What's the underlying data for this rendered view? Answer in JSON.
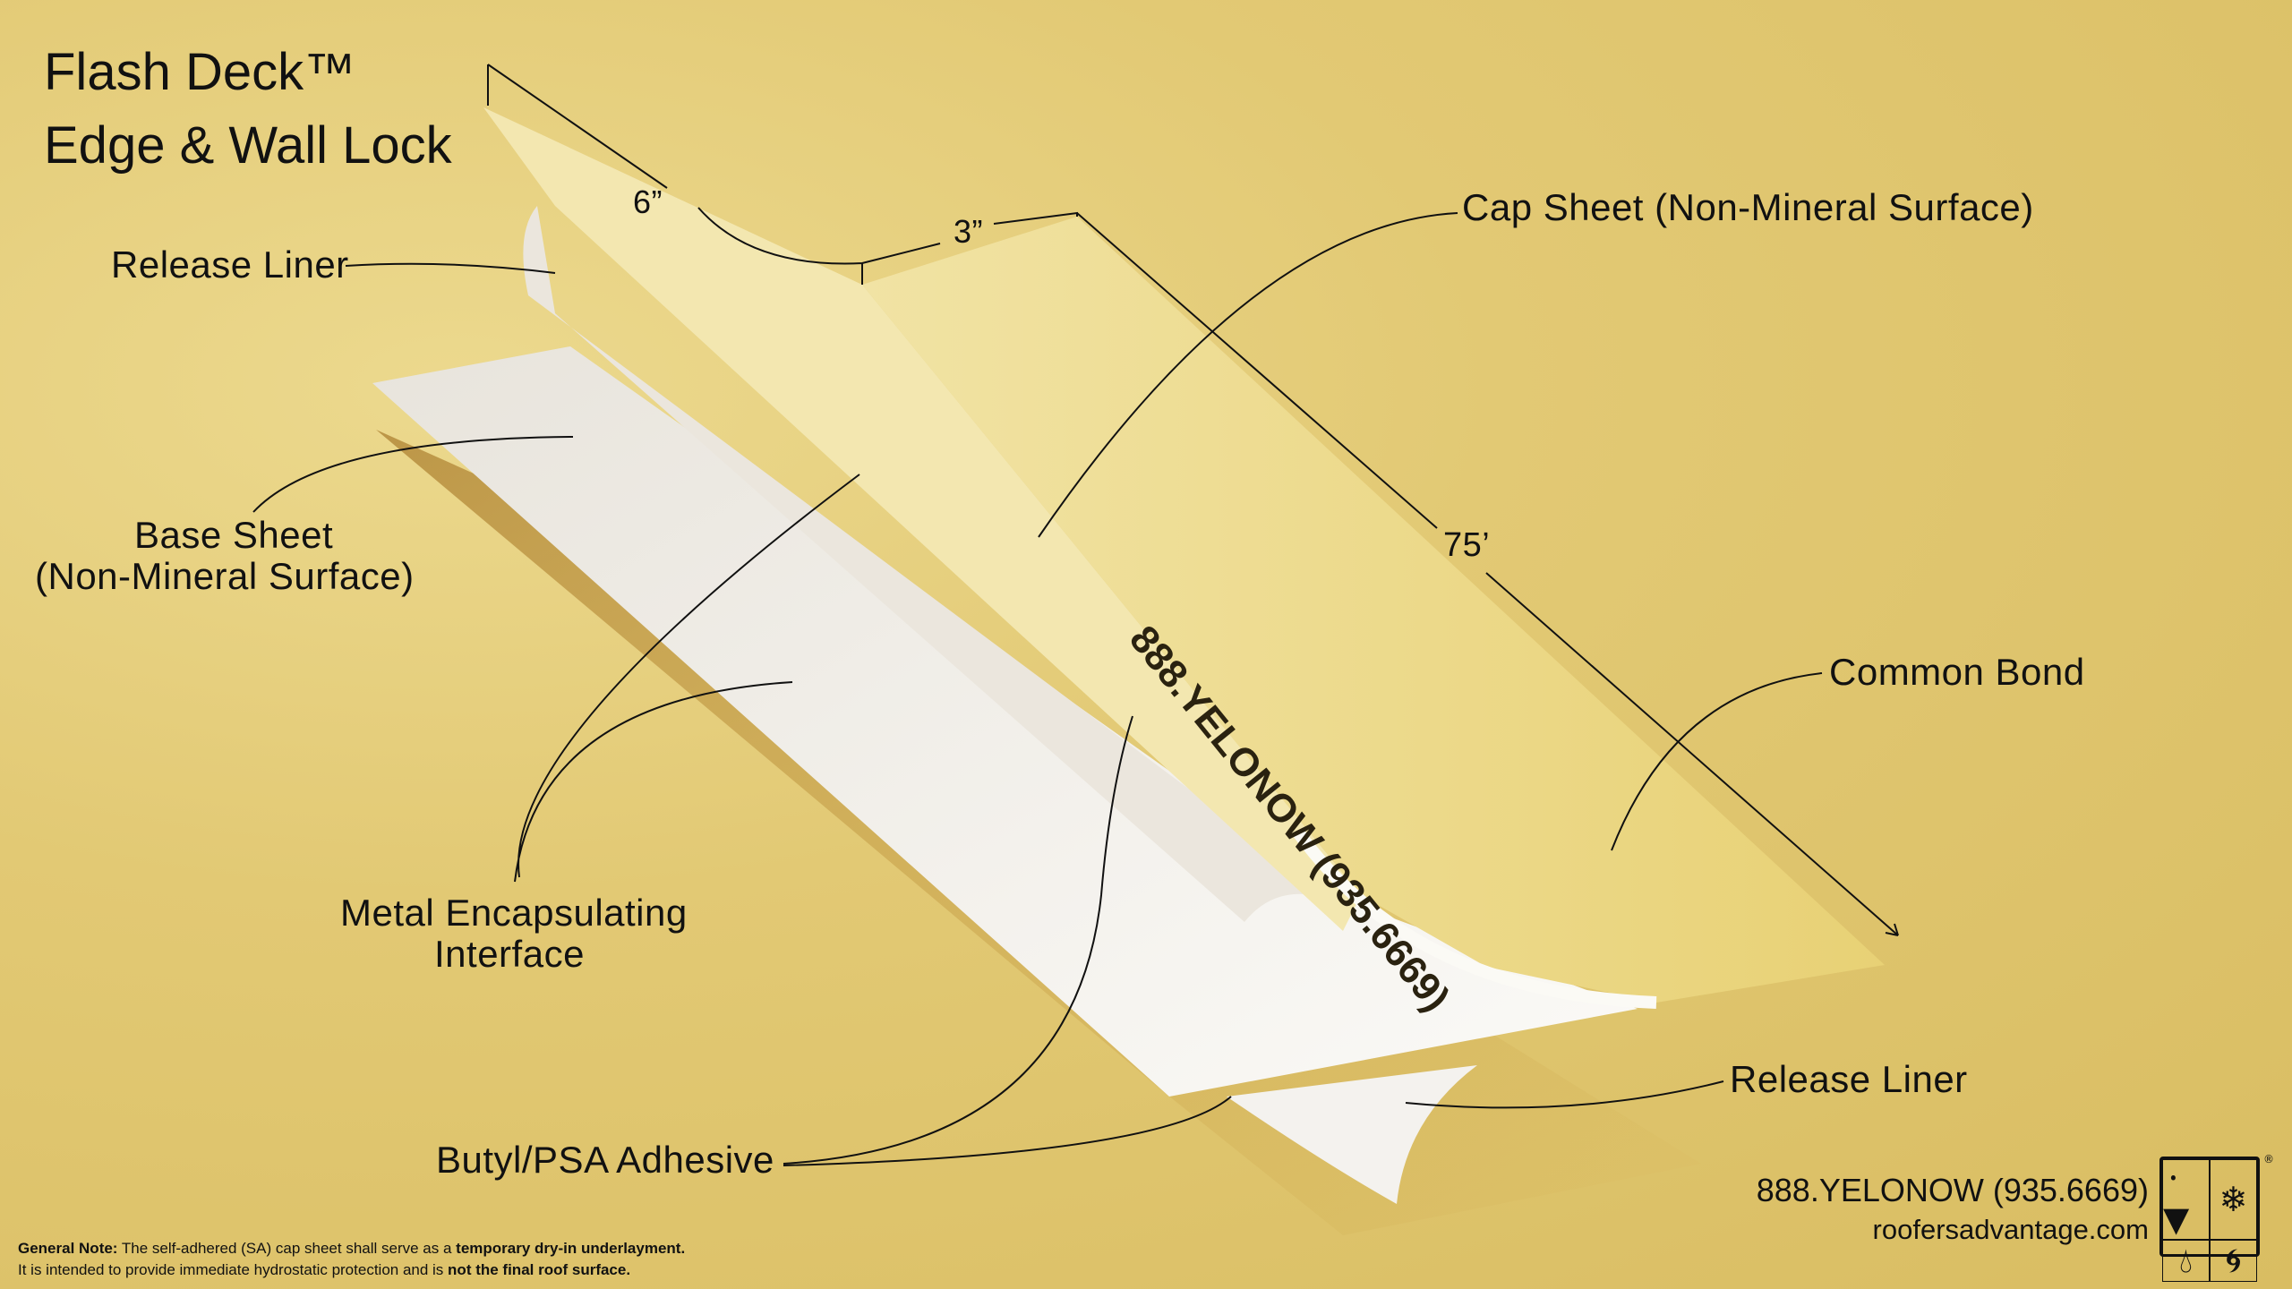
{
  "title": {
    "line1": "Flash Deck™",
    "line2": "Edge & Wall Lock"
  },
  "labels": {
    "release_liner_top": "Release Liner",
    "cap_sheet": "Cap Sheet (Non-Mineral Surface)",
    "base_sheet_line1": "Base Sheet",
    "base_sheet_line2": "(Non-Mineral Surface)",
    "common_bond": "Common Bond",
    "metal_line1": "Metal Encapsulating",
    "metal_line2": "Interface",
    "release_liner_bottom": "Release Liner",
    "adhesive": "Butyl/PSA Adhesive"
  },
  "dimensions": {
    "fold_width": "6”",
    "flat_width": "3”",
    "length": "75’"
  },
  "sheet_print": "888.YELONOW (935.6669)",
  "note": {
    "heading": "General Note:",
    "line1_a": "The self-adhered (SA) cap sheet shall serve as a",
    "line1_b": "temporary dry-in underlayment.",
    "line2_a": "It is intended to provide immediate hydrostatic protection and is",
    "line2_b": "not the final roof surface."
  },
  "contact": {
    "phone": "888.YELONOW (935.6669)",
    "website": "roofersadvantage.com"
  },
  "logo": {
    "registered": "®",
    "icons": [
      "icicle-icon",
      "snowflake-icon",
      "water-drop-icon",
      "hurricane-icon"
    ]
  },
  "colors": {
    "background": "#dcc167",
    "cap_sheet": "#ecd77e",
    "base_sheet": "#f2f0ea",
    "ink": "#111111"
  }
}
